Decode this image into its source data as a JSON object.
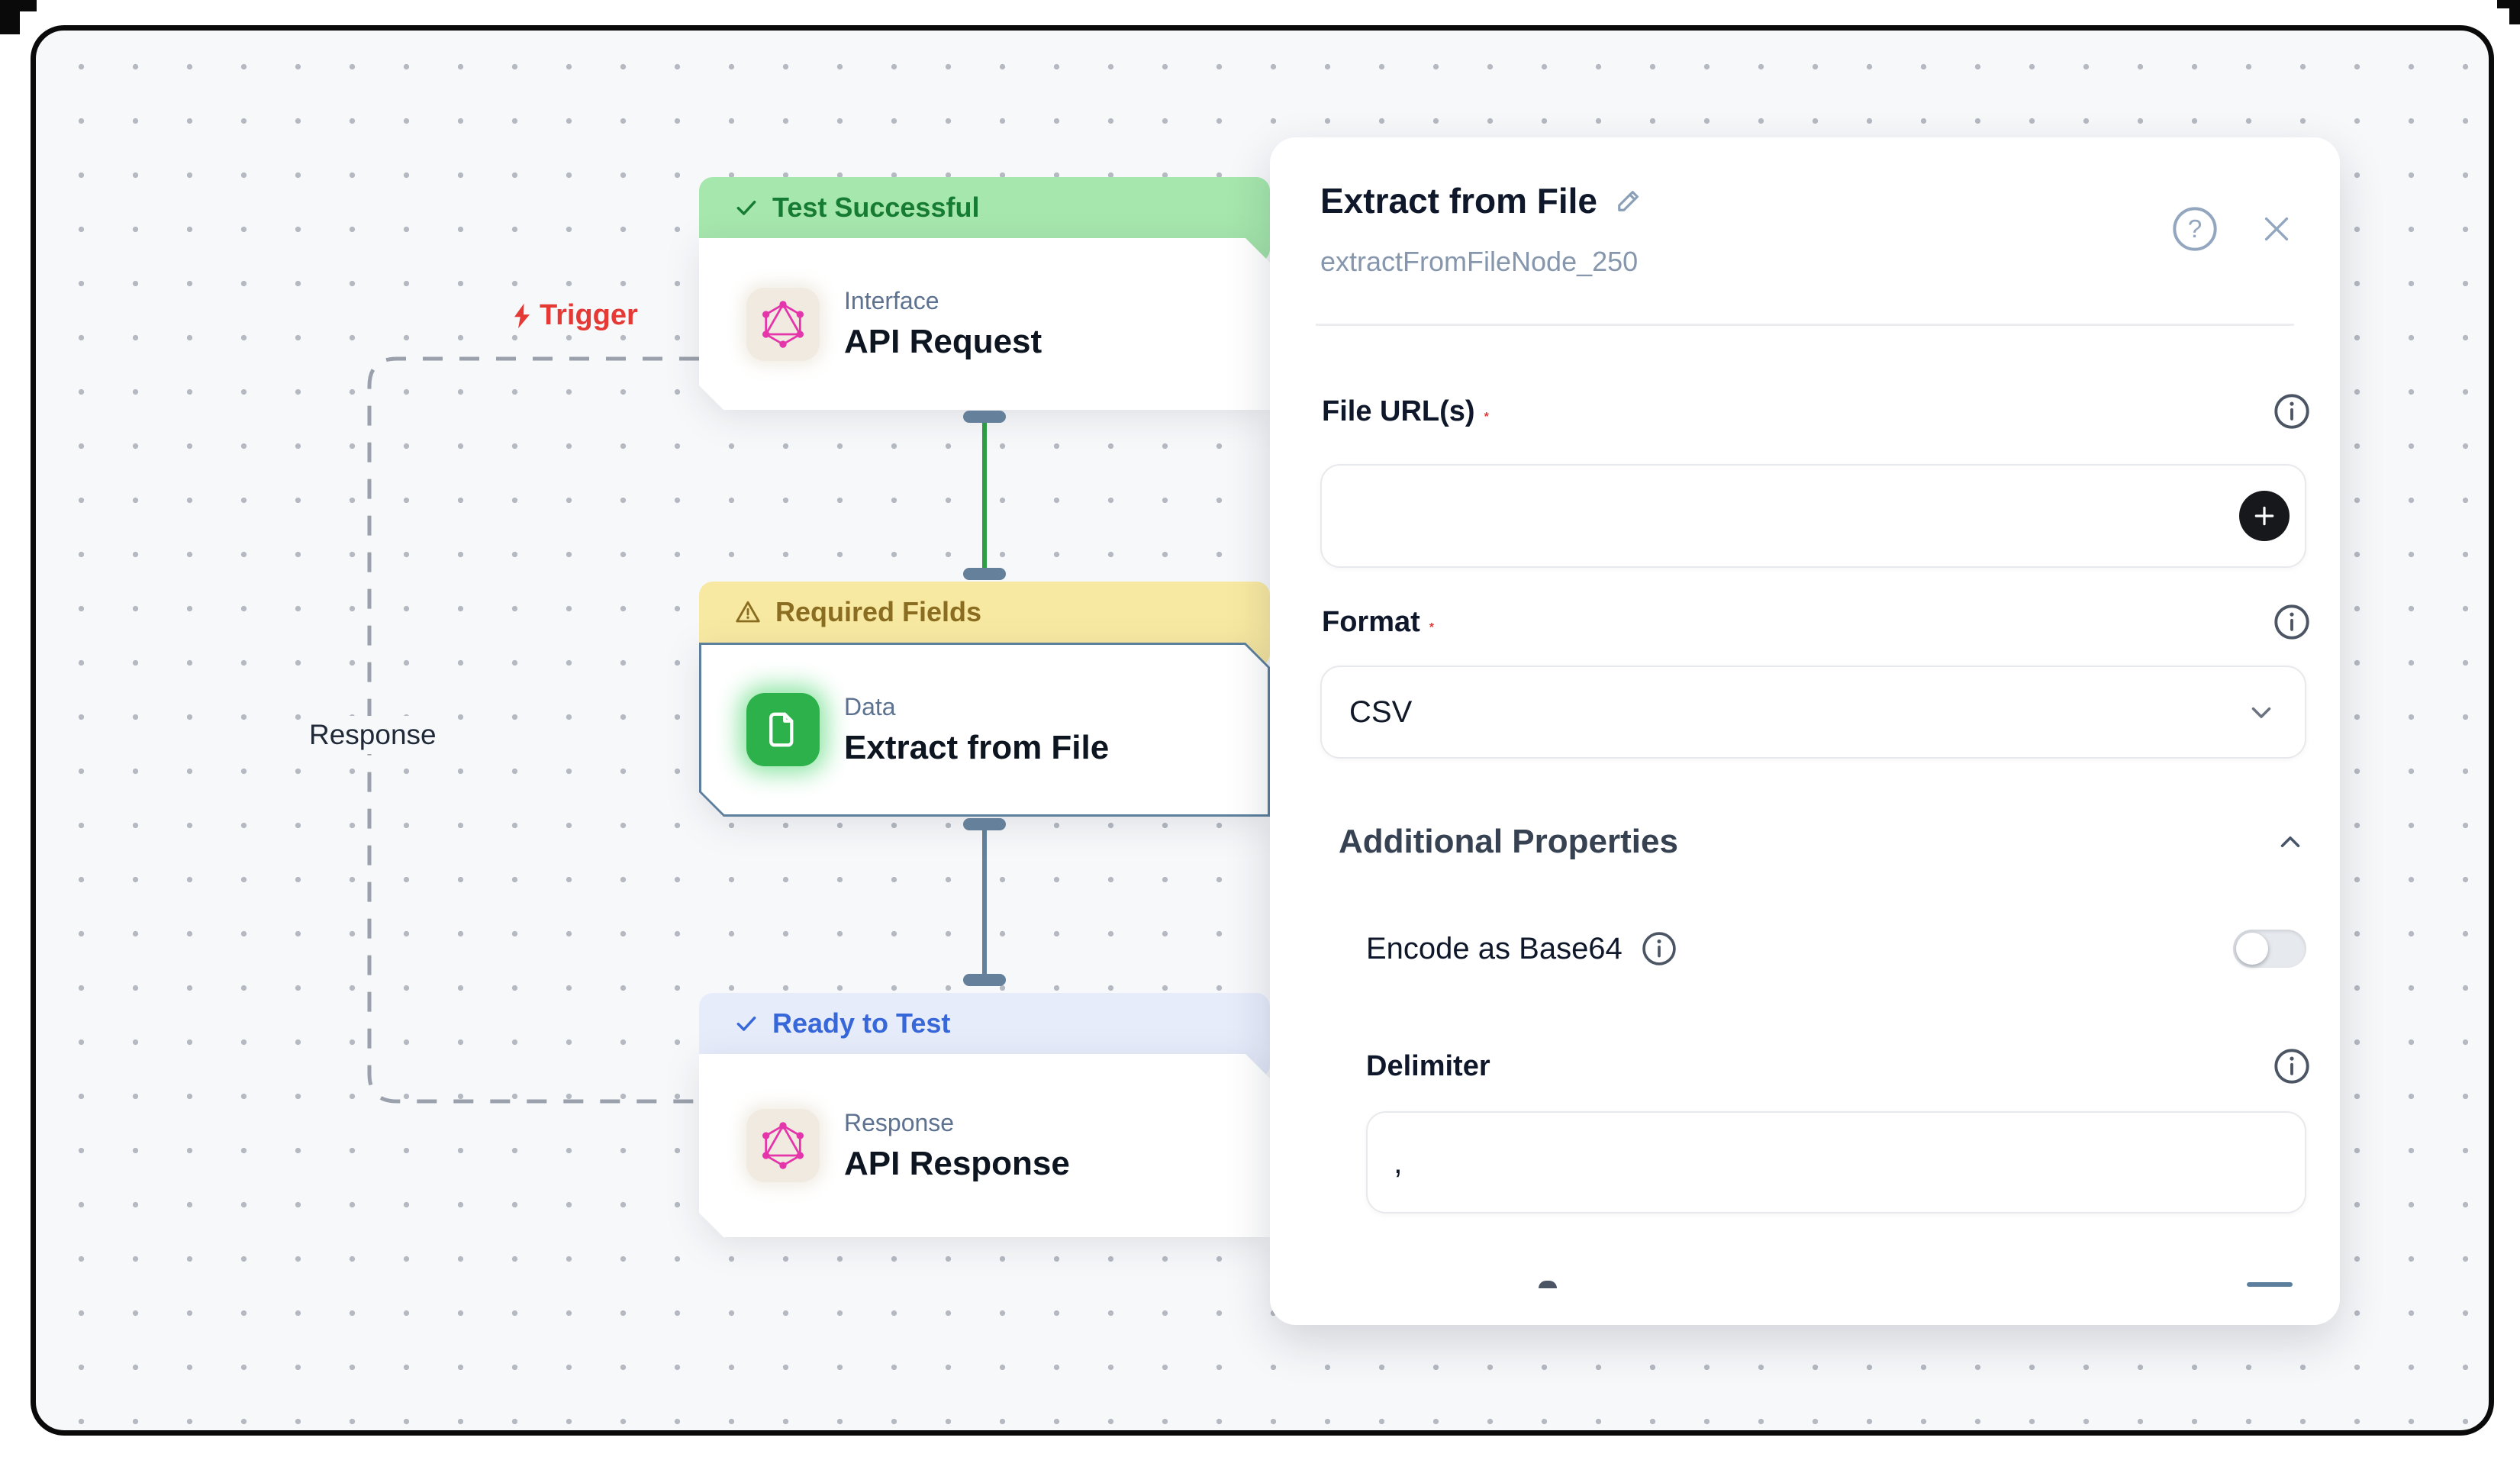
{
  "canvas": {
    "edge_labels": {
      "trigger": "Trigger",
      "response": "Response"
    },
    "nodes": [
      {
        "status": "Test Successful",
        "category": "Interface",
        "name": "API Request",
        "icon": "graphql"
      },
      {
        "status": "Required Fields",
        "category": "Data",
        "name": "Extract from File",
        "icon": "file-document"
      },
      {
        "status": "Ready to Test",
        "category": "Response",
        "name": "API Response",
        "icon": "graphql"
      }
    ]
  },
  "panel": {
    "title": "Extract from File",
    "node_id": "extractFromFileNode_250",
    "required_marker": "*",
    "help_glyph": "?",
    "file_urls_label": "File URL(s)",
    "file_urls_value": "",
    "format_label": "Format",
    "format_value": "CSV",
    "section_label": "Additional Properties",
    "encode_label": "Encode as Base64",
    "encode_enabled": false,
    "delimiter_label": "Delimiter",
    "delimiter_value": ","
  },
  "colors": {
    "canvas_bg": "#f7f8fa",
    "success_header_bg": "#a6e7ad",
    "success_header_text": "#177c33",
    "warning_header_bg": "#f8e9a2",
    "warning_header_text": "#8a6d21",
    "ready_header_bg": "#e7ecfb",
    "ready_header_text": "#3767d8",
    "selected_node_border": "#5b7f9d",
    "trigger_red": "#e53935",
    "connector_slate": "#64809a",
    "edge_green": "#2e9e46",
    "graphql_pink": "#e535ab",
    "doc_icon_green": "#2db14a",
    "plus_button_black": "#17181c"
  }
}
